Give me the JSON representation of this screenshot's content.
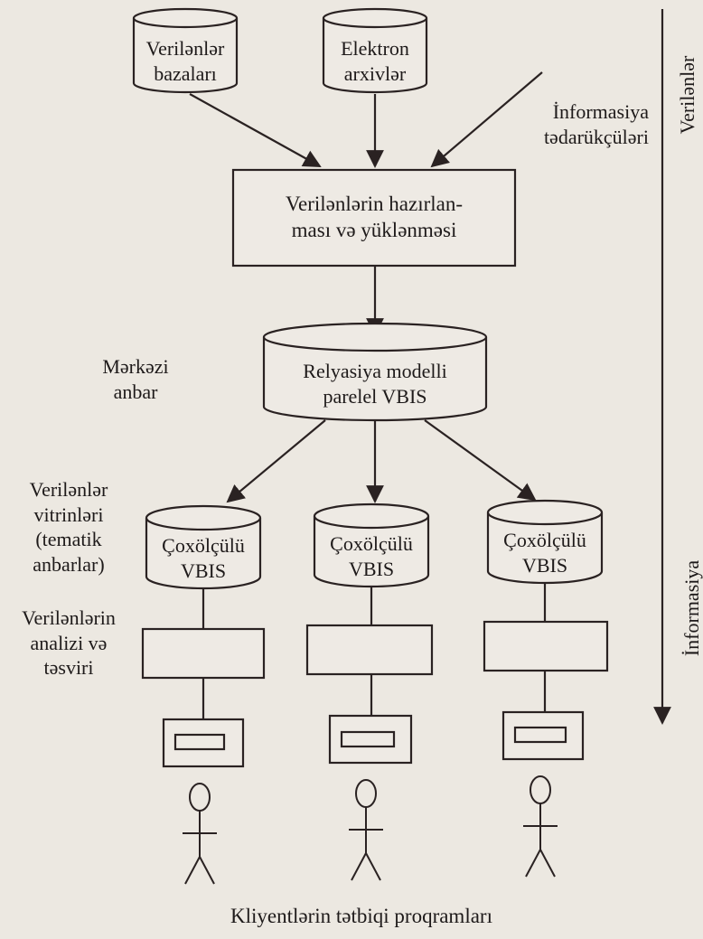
{
  "sources": {
    "databases": [
      "Verilənlər",
      "bazaları"
    ],
    "archives": [
      "Elektron",
      "arxivlər"
    ],
    "suppliers": [
      "İnformasiya",
      "tədarükçüləri"
    ]
  },
  "prep": [
    "Verilənlərin hazırlan-",
    "ması və yüklənməsi"
  ],
  "central_label": [
    "Mərkəzi",
    "anbar"
  ],
  "central_db": [
    "Relyasiya modelli",
    "parelel VBIS"
  ],
  "marts_label": [
    "Verilənlər",
    "vitrinləri",
    "(tematik",
    "anbarlar)"
  ],
  "mart": [
    "Çoxölçülü",
    "VBIS"
  ],
  "analysis_label": [
    "Verilənlərin",
    "analizi və",
    "təsviri"
  ],
  "footer": "Kliyentlərin tətbiqi proqramları",
  "side_axis": {
    "top": "Verilənlər",
    "bottom": "İnformasiya"
  },
  "colors": {
    "background": "#ece8e1",
    "ink": "#2a2222"
  }
}
